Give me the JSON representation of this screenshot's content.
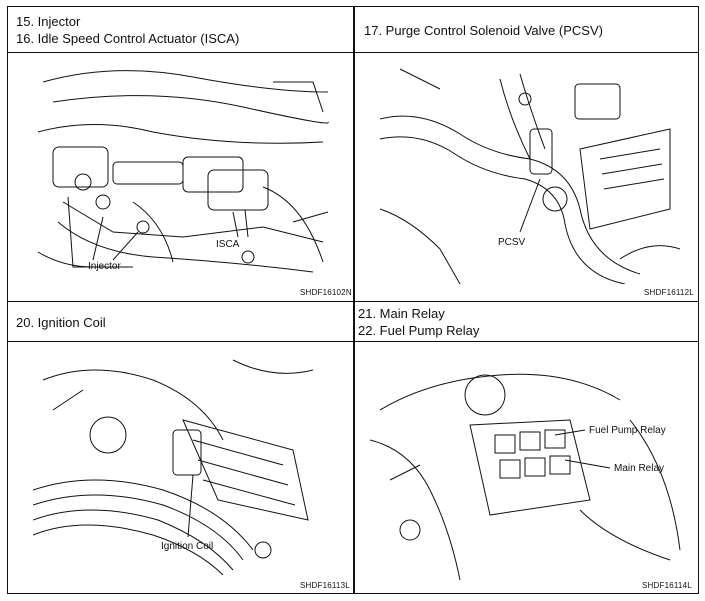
{
  "panels": {
    "top_left": {
      "line1": "15.  Injector",
      "line2": "16.  Idle Speed Control Actuator (ISCA)",
      "label_injector": "Injector",
      "label_isca": "ISCA",
      "code": "SHDF16102N"
    },
    "top_right": {
      "line1": "17.  Purge Control Solenoid Valve (PCSV)",
      "label_pcsv": "PCSV",
      "code": "SHDF16112L"
    },
    "bottom_left": {
      "line1": "20.  Ignition Coil",
      "label_coil": "Ignition Coil",
      "code": "SHDF16113L"
    },
    "bottom_right": {
      "line1": "21.  Main Relay",
      "line2": "22.  Fuel Pump Relay",
      "label_fuel": "Fuel Pump Relay",
      "label_main": "Main Relay",
      "code": "SHDF16114L"
    }
  }
}
